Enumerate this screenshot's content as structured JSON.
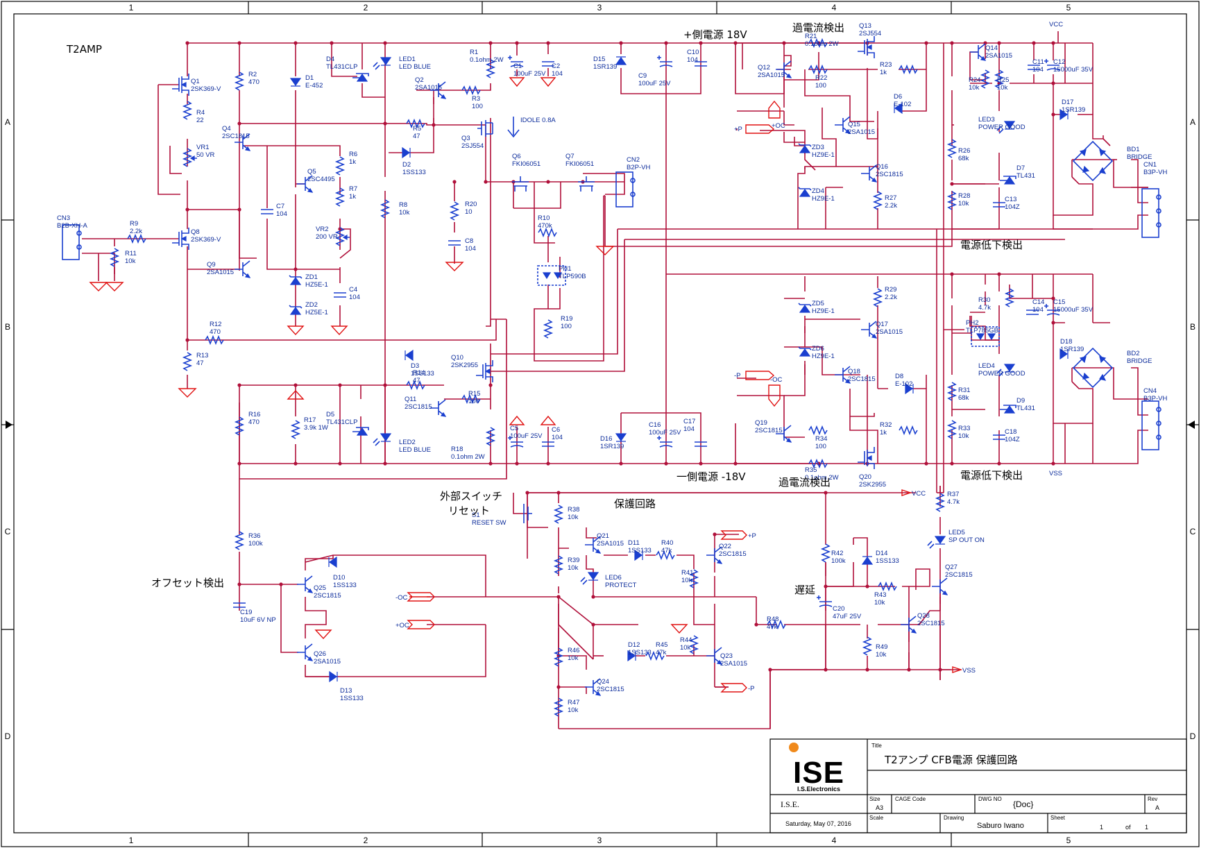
{
  "zones": {
    "columns": [
      "1",
      "2",
      "3",
      "4",
      "5"
    ],
    "rows": [
      "A",
      "B",
      "C",
      "D"
    ]
  },
  "labels": {
    "amp": "T2AMP",
    "pos_supply": "+側電源 18V",
    "neg_supply": "一側電源 -18V",
    "overcurrent_top": "過電流検出",
    "overcurrent_bottom": "過電流検出",
    "undervolt_top": "電源低下検出",
    "undervolt_bottom": "電源低下検出",
    "protect": "保護回路",
    "offset": "オフセット検出",
    "delay": "遅延",
    "ext_switch_1": "外部スイッチ",
    "ext_switch_2": "リセット",
    "idole": "IDOLE 0.8A"
  },
  "nets": {
    "vcc_top": "VCC",
    "vss_bottom": "VSS",
    "vcc_protect": "VCC",
    "vss_protect": "VSS",
    "plus_p": "+P",
    "plus_oc": "+OC",
    "minus_p": "-P",
    "minus_oc": "-OC",
    "minus_oc_in": "-OC",
    "plus_oc_in": "+OC",
    "p_out": "+P",
    "m_out": "-P"
  },
  "parts": [
    {
      "id": "Q1",
      "ref": "Q1",
      "val": "2SK369-V"
    },
    {
      "id": "R2",
      "ref": "R2",
      "val": "470"
    },
    {
      "id": "D1",
      "ref": "D1",
      "val": "E-452"
    },
    {
      "id": "D4",
      "ref": "D4",
      "val": "TL431CLP"
    },
    {
      "id": "LED1",
      "ref": "LED1",
      "val": "LED BLUE"
    },
    {
      "id": "R1",
      "ref": "R1",
      "val": "0.1ohm 2W"
    },
    {
      "id": "C1",
      "ref": "C1",
      "val": "100uF 25V"
    },
    {
      "id": "C2",
      "ref": "C2",
      "val": "104"
    },
    {
      "id": "D15",
      "ref": "D15",
      "val": "1SR139"
    },
    {
      "id": "C9",
      "ref": "C9",
      "val": "100uF 25V"
    },
    {
      "id": "C10",
      "ref": "C10",
      "val": "104"
    },
    {
      "id": "R21",
      "ref": "R21",
      "val": "0.1ohm 2W"
    },
    {
      "id": "Q13",
      "ref": "Q13",
      "val": "2SJ554"
    },
    {
      "id": "Q12",
      "ref": "Q12",
      "val": "2SA1015"
    },
    {
      "id": "R22",
      "ref": "R22",
      "val": "100"
    },
    {
      "id": "R23",
      "ref": "R23",
      "val": "1k"
    },
    {
      "id": "D6",
      "ref": "D6",
      "val": "E-102"
    },
    {
      "id": "Q15",
      "ref": "Q15",
      "val": "2SA1015"
    },
    {
      "id": "ZD3",
      "ref": "ZD3",
      "val": "HZ9E-1"
    },
    {
      "id": "Q16",
      "ref": "Q16",
      "val": "2SC1815"
    },
    {
      "id": "ZD4",
      "ref": "ZD4",
      "val": "HZ9E-1"
    },
    {
      "id": "R27",
      "ref": "R27",
      "val": "2.2k"
    },
    {
      "id": "Q14",
      "ref": "Q14",
      "val": "2SA1015"
    },
    {
      "id": "R24",
      "ref": "R24",
      "val": "10k"
    },
    {
      "id": "R25",
      "ref": "R25",
      "val": "10k"
    },
    {
      "id": "C11",
      "ref": "C11",
      "val": "104"
    },
    {
      "id": "C12",
      "ref": "C12",
      "val": "15000uF 35V"
    },
    {
      "id": "LED3",
      "ref": "LED3",
      "val": "POWER GOOD"
    },
    {
      "id": "D17",
      "ref": "D17",
      "val": "1SR139"
    },
    {
      "id": "BD1",
      "ref": "BD1",
      "val": "BRIDGE"
    },
    {
      "id": "R26",
      "ref": "R26",
      "val": "68k"
    },
    {
      "id": "D7",
      "ref": "D7",
      "val": "TL431"
    },
    {
      "id": "R28",
      "ref": "R28",
      "val": "10k"
    },
    {
      "id": "C13",
      "ref": "C13",
      "val": "104Z"
    },
    {
      "id": "CN1",
      "ref": "CN1",
      "val": "B3P-VH"
    },
    {
      "id": "R4",
      "ref": "R4",
      "val": "22"
    },
    {
      "id": "VR1",
      "ref": "VR1",
      "val": "50 VR"
    },
    {
      "id": "Q4",
      "ref": "Q4",
      "val": "2SC1815"
    },
    {
      "id": "R5",
      "ref": "R5",
      "val": "47"
    },
    {
      "id": "Q2",
      "ref": "Q2",
      "val": "2SA1015"
    },
    {
      "id": "R3",
      "ref": "R3",
      "val": "100"
    },
    {
      "id": "Q3",
      "ref": "Q3",
      "val": "2SJ554"
    },
    {
      "id": "D2",
      "ref": "D2",
      "val": "1SS133"
    },
    {
      "id": "R6",
      "ref": "R6",
      "val": "1k"
    },
    {
      "id": "Q5",
      "ref": "Q5",
      "val": "2SC4495"
    },
    {
      "id": "R7",
      "ref": "R7",
      "val": "1k"
    },
    {
      "id": "Q6",
      "ref": "Q6",
      "val": "FKI06051"
    },
    {
      "id": "Q7",
      "ref": "Q7",
      "val": "FKI06051"
    },
    {
      "id": "CN2",
      "ref": "CN2",
      "val": "B2P-VH"
    },
    {
      "id": "C7",
      "ref": "C7",
      "val": "104"
    },
    {
      "id": "R8",
      "ref": "R8",
      "val": "10k"
    },
    {
      "id": "R20",
      "ref": "R20",
      "val": "10"
    },
    {
      "id": "R10",
      "ref": "R10",
      "val": "470k"
    },
    {
      "id": "C8",
      "ref": "C8",
      "val": "104"
    },
    {
      "id": "VR2",
      "ref": "VR2",
      "val": "200 VR"
    },
    {
      "id": "CN3",
      "ref": "CN3",
      "val": "B2B-XH-A"
    },
    {
      "id": "R9",
      "ref": "R9",
      "val": "2.2k"
    },
    {
      "id": "R11",
      "ref": "R11",
      "val": "10k"
    },
    {
      "id": "Q8",
      "ref": "Q8",
      "val": "2SK369-V"
    },
    {
      "id": "Q9",
      "ref": "Q9",
      "val": "2SA1015"
    },
    {
      "id": "ZD1",
      "ref": "ZD1",
      "val": "HZ5E-1"
    },
    {
      "id": "ZD2",
      "ref": "ZD2",
      "val": "HZ5E-1"
    },
    {
      "id": "C4",
      "ref": "C4",
      "val": "104"
    },
    {
      "id": "PH1",
      "ref": "PH1",
      "val": "TLP590B"
    },
    {
      "id": "R19",
      "ref": "R19",
      "val": "100"
    },
    {
      "id": "R12",
      "ref": "R12",
      "val": "470"
    },
    {
      "id": "R13",
      "ref": "R13",
      "val": "47"
    },
    {
      "id": "D3",
      "ref": "D3",
      "val": "1SS133"
    },
    {
      "id": "Q10",
      "ref": "Q10",
      "val": "2SK2955"
    },
    {
      "id": "R14",
      "ref": "R14",
      "val": "47"
    },
    {
      "id": "Q11",
      "ref": "Q11",
      "val": "2SC1815"
    },
    {
      "id": "R15",
      "ref": "R15",
      "val": "100"
    },
    {
      "id": "R16",
      "ref": "R16",
      "val": "470"
    },
    {
      "id": "R17",
      "ref": "R17",
      "val": "3.9k 1W"
    },
    {
      "id": "D5",
      "ref": "D5",
      "val": "TL431CLP"
    },
    {
      "id": "LED2",
      "ref": "LED2",
      "val": "LED BLUE"
    },
    {
      "id": "R18",
      "ref": "R18",
      "val": "0.1ohm 2W"
    },
    {
      "id": "C5",
      "ref": "C5",
      "val": "100uF 25V"
    },
    {
      "id": "C6",
      "ref": "C6",
      "val": "104"
    },
    {
      "id": "D16",
      "ref": "D16",
      "val": "1SR139"
    },
    {
      "id": "C16",
      "ref": "C16",
      "val": "100uF 25V"
    },
    {
      "id": "C17",
      "ref": "C17",
      "val": "104"
    },
    {
      "id": "ZD5",
      "ref": "ZD5",
      "val": "HZ9E-1"
    },
    {
      "id": "R29",
      "ref": "R29",
      "val": "2.2k"
    },
    {
      "id": "Q17",
      "ref": "Q17",
      "val": "2SA1015"
    },
    {
      "id": "ZD6",
      "ref": "ZD6",
      "val": "HZ9E-1"
    },
    {
      "id": "Q18",
      "ref": "Q18",
      "val": "2SC1815"
    },
    {
      "id": "D8",
      "ref": "D8",
      "val": "E-102"
    },
    {
      "id": "Q19",
      "ref": "Q19",
      "val": "2SC1815"
    },
    {
      "id": "R34",
      "ref": "R34",
      "val": "100"
    },
    {
      "id": "R32",
      "ref": "R32",
      "val": "1k"
    },
    {
      "id": "R35",
      "ref": "R35",
      "val": "0.1ohm 2W"
    },
    {
      "id": "Q20",
      "ref": "Q20",
      "val": "2SK2955"
    },
    {
      "id": "R30",
      "ref": "R30",
      "val": "4.7k"
    },
    {
      "id": "C14",
      "ref": "C14",
      "val": "104"
    },
    {
      "id": "C15",
      "ref": "C15",
      "val": "15000uF 35V"
    },
    {
      "id": "PH2",
      "ref": "PH2",
      "val": "TLP785GB"
    },
    {
      "id": "LED4",
      "ref": "LED4",
      "val": "POWER GOOD"
    },
    {
      "id": "D18",
      "ref": "D18",
      "val": "1SR139"
    },
    {
      "id": "BD2",
      "ref": "BD2",
      "val": "BRIDGE"
    },
    {
      "id": "R31",
      "ref": "R31",
      "val": "68k"
    },
    {
      "id": "D9",
      "ref": "D9",
      "val": "TL431"
    },
    {
      "id": "R33",
      "ref": "R33",
      "val": "10k"
    },
    {
      "id": "C18",
      "ref": "C18",
      "val": "104Z"
    },
    {
      "id": "CN4",
      "ref": "CN4",
      "val": "B3P-VH"
    },
    {
      "id": "S1",
      "ref": "S1",
      "val": "RESET SW"
    },
    {
      "id": "R38",
      "ref": "R38",
      "val": "10k"
    },
    {
      "id": "Q21",
      "ref": "Q21",
      "val": "2SA1015"
    },
    {
      "id": "D11",
      "ref": "D11",
      "val": "1SS133"
    },
    {
      "id": "R40",
      "ref": "R40",
      "val": "47k"
    },
    {
      "id": "Q22",
      "ref": "Q22",
      "val": "2SC1815"
    },
    {
      "id": "R39",
      "ref": "R39",
      "val": "10k"
    },
    {
      "id": "LED6",
      "ref": "LED6",
      "val": "PROTECT"
    },
    {
      "id": "R41",
      "ref": "R41",
      "val": "10k"
    },
    {
      "id": "R36",
      "ref": "R36",
      "val": "100k"
    },
    {
      "id": "D10",
      "ref": "D10",
      "val": "1SS133"
    },
    {
      "id": "Q25",
      "ref": "Q25",
      "val": "2SC1815"
    },
    {
      "id": "C19",
      "ref": "C19",
      "val": "10uF 6V NP"
    },
    {
      "id": "Q26",
      "ref": "Q26",
      "val": "2SA1015"
    },
    {
      "id": "D13",
      "ref": "D13",
      "val": "1SS133"
    },
    {
      "id": "R46",
      "ref": "R46",
      "val": "10k"
    },
    {
      "id": "D12",
      "ref": "D12",
      "val": "1SS133"
    },
    {
      "id": "R45",
      "ref": "R45",
      "val": "47k"
    },
    {
      "id": "R44",
      "ref": "R44",
      "val": "10k"
    },
    {
      "id": "Q23",
      "ref": "Q23",
      "val": "2SA1015"
    },
    {
      "id": "Q24",
      "ref": "Q24",
      "val": "2SC1815"
    },
    {
      "id": "R47",
      "ref": "R47",
      "val": "10k"
    },
    {
      "id": "R42",
      "ref": "R42",
      "val": "100k"
    },
    {
      "id": "D14",
      "ref": "D14",
      "val": "1SS133"
    },
    {
      "id": "R43",
      "ref": "R43",
      "val": "10k"
    },
    {
      "id": "C20",
      "ref": "C20",
      "val": "47uF 25V"
    },
    {
      "id": "R48",
      "ref": "R48",
      "val": "47k"
    },
    {
      "id": "R49",
      "ref": "R49",
      "val": "10k"
    },
    {
      "id": "Q28",
      "ref": "Q28",
      "val": "2SC1815"
    },
    {
      "id": "R37",
      "ref": "R37",
      "val": "4.7k"
    },
    {
      "id": "LED5",
      "ref": "LED5",
      "val": "SP OUT ON"
    },
    {
      "id": "Q27",
      "ref": "Q27",
      "val": "2SC1815"
    }
  ],
  "title_block": {
    "logo_text": "ISE",
    "logo_sub": "I.S.Electronics",
    "company": "I.S.E.",
    "date": "Saturday, May 07, 2016",
    "title_label": "Title",
    "title": "T2アンプ CFB電源 保護回路",
    "size_label": "Size",
    "size": "A3",
    "cage_label": "CAGE Code",
    "dwg_label": "DWG NO",
    "dwg": "{Doc}",
    "rev_label": "Rev",
    "rev": "A",
    "scale_label": "Scale",
    "drawing_label": "Drawing",
    "drawing": "Saburo Iwano",
    "sheet_label": "Sheet",
    "sheet_no": "1",
    "sheet_of": "of",
    "sheet_total": "1"
  },
  "colors": {
    "wire": "#b0103a",
    "component": "#1a3fcf",
    "ground": "#e01010",
    "frame": "#000000",
    "logo_dot": "#f08a1c"
  }
}
